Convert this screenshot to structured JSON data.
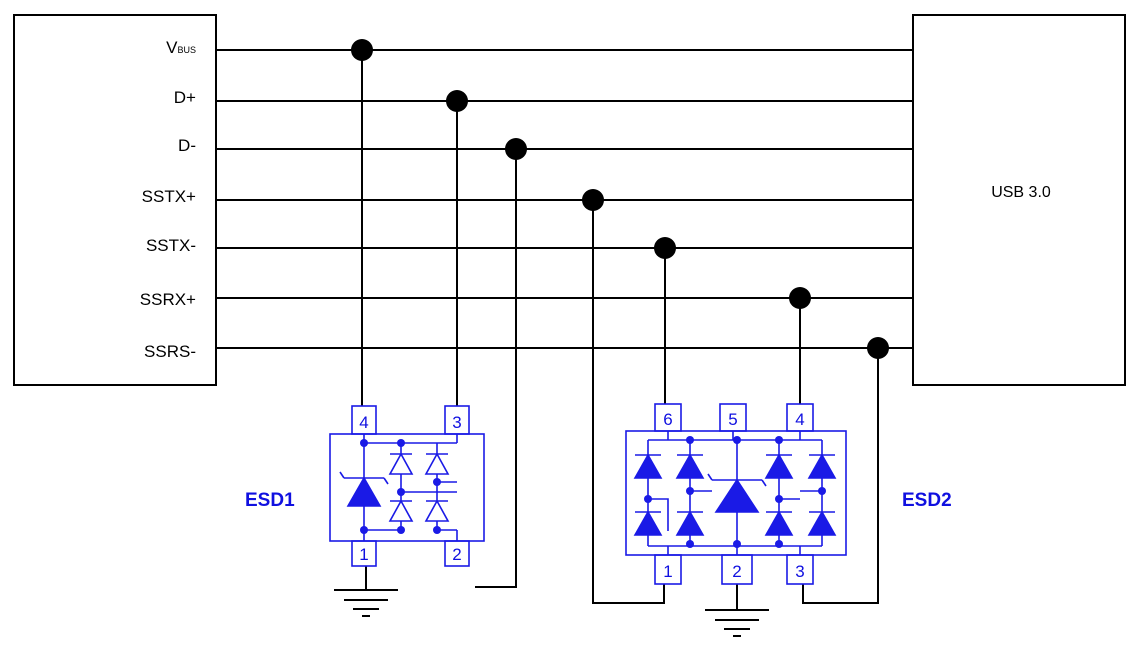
{
  "host": {
    "signals": [
      {
        "main": "V",
        "sub": "BUS"
      },
      {
        "main": "D+",
        "sub": ""
      },
      {
        "main": "D-",
        "sub": ""
      },
      {
        "main": "SSTX+",
        "sub": ""
      },
      {
        "main": "SSTX-",
        "sub": ""
      },
      {
        "main": "SSRX+",
        "sub": ""
      },
      {
        "main": "SSRS-",
        "sub": ""
      }
    ]
  },
  "connector": {
    "label": "USB 3.0"
  },
  "esd1": {
    "label": "ESD1",
    "pins": [
      "4",
      "3",
      "1",
      "2"
    ]
  },
  "esd2": {
    "label": "ESD2",
    "pins": [
      "6",
      "5",
      "4",
      "1",
      "2",
      "3"
    ]
  },
  "colors": {
    "wire": "#000000",
    "device": "#1a1ae6",
    "device_text": "#1010e0"
  },
  "icons": [
    "ground-symbol-icon",
    "tvs-diode-icon",
    "diode-icon"
  ]
}
